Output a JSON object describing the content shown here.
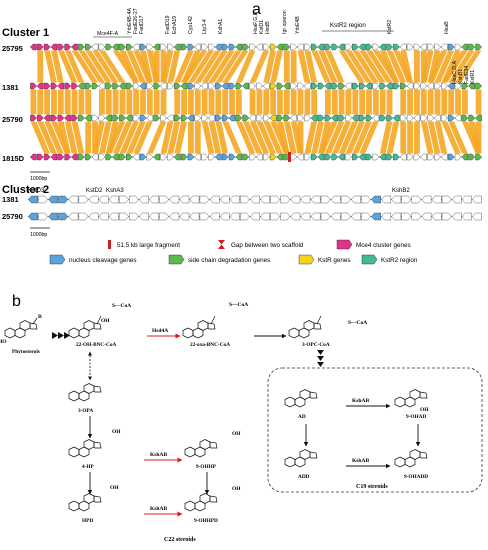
{
  "panel_a": {
    "letter": "a",
    "cluster1": {
      "title": "Cluster 1",
      "strains": [
        "25795",
        "1381",
        "25790",
        "1815D"
      ],
      "top_labels": [
        "Mce4F-A",
        "YrbE4B-4A",
        "FadE26-27",
        "FadD17",
        "FadD19",
        "EchA19",
        "Cyp142",
        "Ltp3-4",
        "KshA1",
        "HsaF,G,E",
        "KstD1",
        "HsdB",
        "Igr operon",
        "YrbE4B",
        "KstR2 region",
        "KstR2",
        "HsaB"
      ],
      "right_labels": [
        "HsaC,D,A",
        "KshB1",
        "FadE34",
        "KstR1"
      ],
      "scale": "1000bp"
    },
    "cluster2": {
      "title": "Cluster 2",
      "strains": [
        "1381",
        "25790"
      ],
      "labels": [
        "KstD3",
        "KstD2",
        "KshA3",
        "KshB2"
      ],
      "scale": "1000bp"
    },
    "legend": {
      "items": [
        {
          "label": "51.5 kb large fragment",
          "color": "#cc1f1f"
        },
        {
          "label": "Gap between two scaffold",
          "color": "#cc1f1f"
        },
        {
          "label": "Mce4 cluster genes",
          "color": "#e0338a"
        },
        {
          "label": "nucleus cleavage genes",
          "color": "#5ba3dc"
        },
        {
          "label": "side chain degradation genes",
          "color": "#5cb84e"
        },
        {
          "label": "KstR genes",
          "color": "#f2d21e"
        },
        {
          "label": "KstR2 region",
          "color": "#45b894"
        }
      ]
    },
    "colors": {
      "link": "#f5a623",
      "gene_outline": "#222222"
    }
  },
  "panel_b": {
    "letter": "b",
    "compounds": {
      "phytosterols": "Phytosterols",
      "oh_bnc": "22-OH-BNC-CoA",
      "oxo_bnc": "22-oxo-BNC-CoA",
      "opc": "3-OPC-CoA",
      "opa": "3-OPA",
      "hp": "4-HP",
      "ohhp": "9-OHHP",
      "hpd": "HPD",
      "ohhpd": "9-OHHPD",
      "ad": "AD",
      "ohad": "9-OHAD",
      "add": "ADD",
      "ohadd": "9-OHADD"
    },
    "enzymes": {
      "hsd4a": "Hsd4A",
      "ksh1": "KshAB",
      "ksh2": "KshAB",
      "ksh3": "KshAB",
      "ksh4": "KshAB"
    },
    "atoms": {
      "r": "R",
      "ho": "HO",
      "scoa1": "S—CoA",
      "scoa2": "S—CoA",
      "scoa3": "S—CoA",
      "oh1": "OH",
      "oh2": "OH",
      "oh3": "OH",
      "oh4": "OH",
      "oh5": "OH",
      "oh6": "OH"
    },
    "groups": {
      "c19": "C19 steroids",
      "c22": "C22 steroids"
    }
  }
}
